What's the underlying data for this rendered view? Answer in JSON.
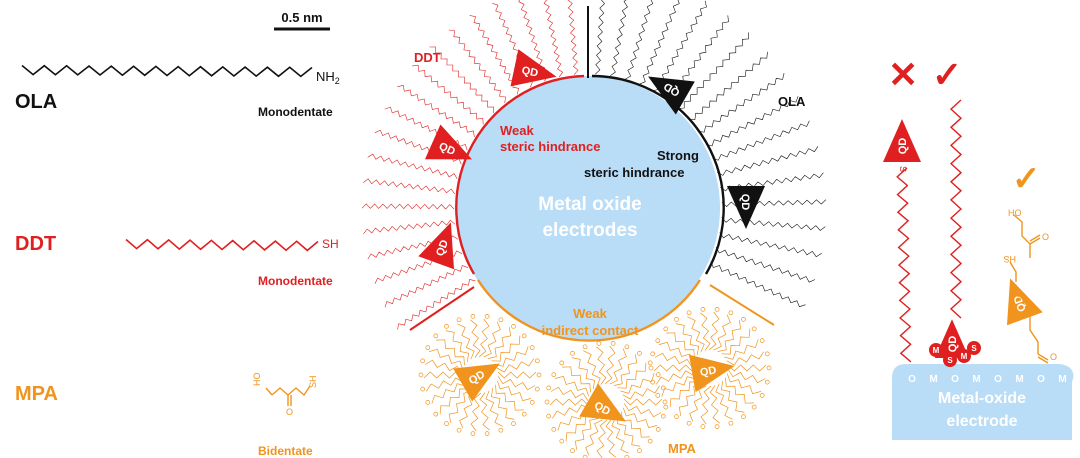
{
  "scale_bar": {
    "label": "0.5 nm"
  },
  "ligands": [
    {
      "name": "OLA",
      "type": "Monodentate",
      "group": "NH",
      "group_sub": "2"
    },
    {
      "name": "DDT",
      "type": "Monodentate",
      "group": "SH"
    },
    {
      "name": "MPA",
      "type": "Bidentate",
      "group": "SH",
      "acid_o1": "HO",
      "acid_o2": "O"
    }
  ],
  "circle": {
    "center_label_1": "Metal oxide",
    "center_label_2": "electrodes",
    "weak_steric_1": "Weak",
    "weak_steric_2": "steric hindrance",
    "strong_steric_1": "Strong",
    "strong_steric_2": "steric hindrance",
    "weak_contact_1": "Weak",
    "weak_contact_2": "indirect contact",
    "ddt_label": "DDT",
    "ola_label": "OLA",
    "mpa_label": "MPA"
  },
  "qd_label": "QD",
  "right_panel": {
    "cross_mark": "✕",
    "check_mark": "✓",
    "electrode_label_1": "Metal-oxide",
    "electrode_label_2": "electrode",
    "surface_atoms": [
      "O",
      "M",
      "O",
      "M",
      "O",
      "M",
      "O",
      "M"
    ],
    "bound_atoms": [
      "M",
      "S",
      "M",
      "S"
    ],
    "thiol_s": "S",
    "mpa_hs": "HS",
    "mpa_s": "S",
    "mpa_ho": "HO",
    "mpa_o": "O"
  },
  "colors": {
    "red": "#e02020",
    "black": "#111111",
    "orange": "#f0941e",
    "electrode": "#b9dcf7"
  }
}
